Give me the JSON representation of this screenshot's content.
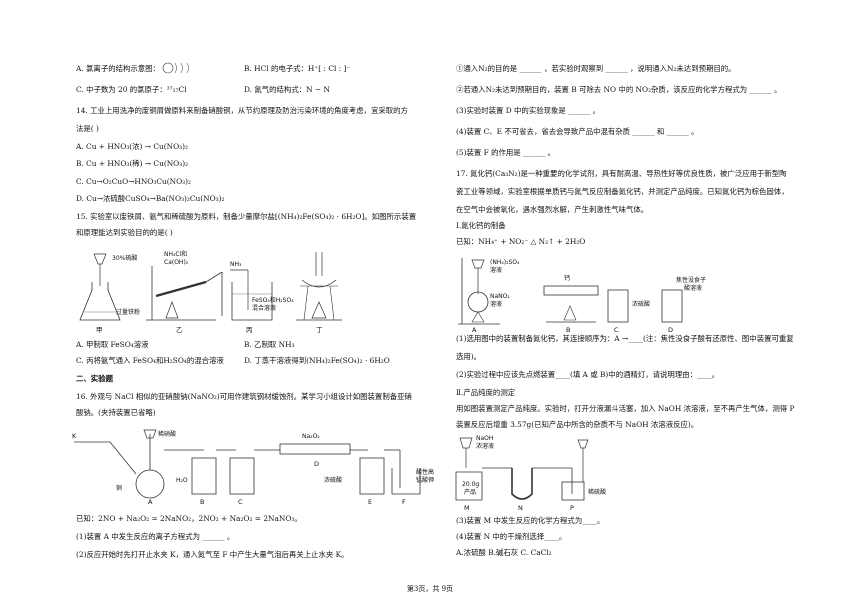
{
  "left": {
    "q13_a": "A. 氯离子的结构示意图：",
    "q13_b": "B. HCl 的电子式：H⁺[ : Cl : ]⁻",
    "q13_c": "C. 中子数为 20 的氯原子：³⁷₁₇Cl",
    "q13_d": "D. 氮气的结构式：N − N",
    "q14_stem1": "14.   工业上用洗净的废铜屑做原料来制备硝酸铜，从节约原理及防治污染环境的角度考虑，宜采取的方",
    "q14_stem2": "法是(    )",
    "q14_a": "A. Cu + HNO₃(浓) → Cu(NO₃)₂",
    "q14_b": "B. Cu + HNO₃(稀) → Cu(NO₃)₂",
    "q14_c": "C. Cu→O₂CuO→HNO₃Cu(NO₃)₂",
    "q14_d": "D. Cu→浓硫酸CuSO₄→Ba(NO₃)₂Cu(NO₃)₂",
    "q15_stem1": "15.   实验室以废铁屑、氨气和稀硫酸为原料，制备少量摩尔盐[(NH₄)₂Fe(SO₄)₂ · 6H₂O]。如图所示装置",
    "q15_stem2": "和原理能达到实验目的的是(    )",
    "fig15": {
      "acid": "30%硫酸",
      "iron": "过量铁粉",
      "nh4cl": "NH₄Cl和",
      "caoh": "Ca(OH)₂",
      "nh3": "NH₃",
      "mix1": "FeSO₄和H₂SO₄",
      "mix2": "混合溶液",
      "jia": "甲",
      "yi": "乙",
      "bing": "丙",
      "ding": "丁"
    },
    "q15_a": "A. 甲制取 FeSO₄溶液",
    "q15_b": "B. 乙制取 NH₃",
    "q15_c": "C. 丙将氨气通入 FeSO₄和H₂SO₄的混合溶液",
    "q15_d": "D. 丁蒸干溶液得到(NH₄)₂Fe(SO₄)₂ · 6H₂O",
    "section2": "二、实验题",
    "q16_stem1": "16.   外观与 NaCl 相似的亚硝酸钠(NaNO₂)可用作建筑钢材缓蚀剂。某学习小组设计如图装置制备亚硝",
    "q16_stem2": "酸钠。(夹持装置已省略)",
    "fig16": {
      "k": "K",
      "dilute": "稀硝酸",
      "cu": "铜",
      "h2o": "H₂O",
      "na2o2": "Na₂O₂",
      "conc": "浓硫酸",
      "kmno4a": "酸性高",
      "kmno4b": "锰酸钾",
      "a": "A",
      "b": "B",
      "c": "C",
      "d": "D",
      "e": "E",
      "f": "F"
    },
    "q16_known": "已知：2NO + Na₂O₂ = 2NaNO₂，2NO₂ + Na₂O₂ = 2NaNO₃。",
    "q16_1": "(1)装置 A 中发生反应的离子方程式为 ______ 。",
    "q16_2": "(2)反应开始时先打开止水夹 K，通入氮气至 F 中产生大量气泡后再关上止水夹 K。"
  },
  "right": {
    "r1": "①通入N₂的目的是 ______ ，若实验时观察到 ______ ，说明通入N₂未达到预期目的。",
    "r2": "②若通入N₂未达到预期目的，装置 B 可除去 NO 中的 NO₂杂质，该反应的化学方程式为 ______ 。",
    "r3": "(3)实验时装置 D 中的实验现象是 ______ 。",
    "r4": "(4)装置 C、E 不可省去，省去会导致产品中混有杂质 ______ 和 ______ 。",
    "r5": "(5)装置 F 的作用是 ______ 。",
    "q17_1": "17.   氮化钙(Ca₃N₂)是一种重要的化学试剂，具有耐高温、导热性好等优良性质，被广泛应用于新型陶",
    "q17_2": "瓷工业等领域，实验室根据单质钙与氮气反应制备氮化钙，并测定产品纯度。已知氮化钙为棕色固体，",
    "q17_3": "在空气中会被氧化，遇水强烈水解，产生刺激性气味气体。",
    "part1": "Ⅰ.氮化钙的制备",
    "known": "已知：NH₄⁺ + NO₂⁻ △ N₂↑ + 2H₂O",
    "fig17a": {
      "nh4so4a": "(NH₄)₂SO₄",
      "nh4so4b": "溶液",
      "nano2a": "NaNO₂",
      "nano2b": "溶液",
      "ca": "钙",
      "conc": "浓硫酸",
      "dye1": "焦性没食子",
      "dye2": "酸溶液",
      "a": "A",
      "b": "B",
      "c": "C",
      "d": "D"
    },
    "q17_i1": "(1)选用图中的装置制备氮化钙，其连接顺序为：A →____(注：焦性没食子酸有还原性、图中装置可重复",
    "q17_i1b": "选用)。",
    "q17_i2": "(2)实验过程中应该先点燃装置____(填 A 或 B)中的酒精灯，请说明理由：____。",
    "part2": "Ⅱ.产品纯度的测定",
    "p2_1": "用如图装置测定产品纯度。实验时，打开分液漏斗活塞，加入 NaOH 浓溶液，至不再产生气体，测得 P",
    "p2_2": "装置反应后增重 3.57g(已知产品中所含的杂质不与 NaOH 浓溶液反应)。",
    "fig17b": {
      "naoh1": "NaOH",
      "naoh2": "浓溶液",
      "mass": "20.0g",
      "prod": "产品",
      "dilute": "稀硫酸",
      "m": "M",
      "n": "N",
      "p": "P"
    },
    "q17_ii3": "(3)装置 M 中发生反应的化学方程式为____。",
    "q17_ii4": "(4)装置 N 中的干燥剂选择____。",
    "q17_opts": "A.浓硫酸      B.碱石灰      C. CaCl₂"
  },
  "footer": "第3页，共 9页"
}
